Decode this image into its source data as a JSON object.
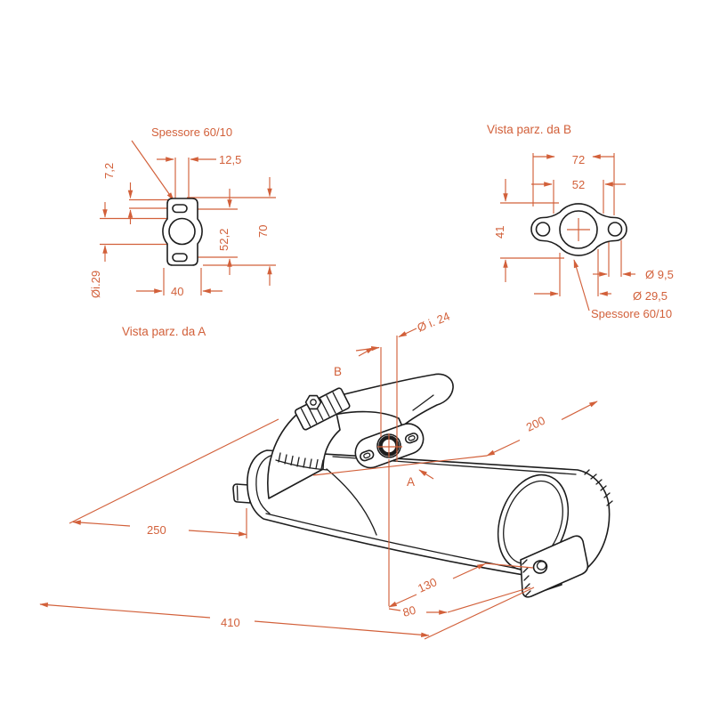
{
  "drawing": {
    "view_a": {
      "title": "Vista parz. da A",
      "thickness_note": "Spessore 60/10",
      "dims": {
        "slot_offset": "7,2",
        "slot_width": "12,5",
        "slot_spacing": "52,2",
        "overall_height": "70",
        "width": "40",
        "inner_diameter": "Øi.29"
      }
    },
    "view_b": {
      "title": "Vista parz. da B",
      "thickness_note": "Spessore 60/10",
      "dims": {
        "hole_spacing": "72",
        "boss_diameter": "52",
        "height": "41",
        "bolt_hole_diameter": "Ø 9,5",
        "inner_diameter": "Ø 29,5"
      }
    },
    "iso": {
      "view_label_a": "A",
      "view_label_b": "B",
      "dims": {
        "inlet_inner_diameter": "Ø i. 24",
        "length_200": "200",
        "length_250": "250",
        "length_410": "410",
        "length_130": "130",
        "length_80": "80"
      }
    },
    "colors": {
      "dimension": "#d2603a",
      "line": "#1d1d1d",
      "background": "#ffffff"
    }
  }
}
